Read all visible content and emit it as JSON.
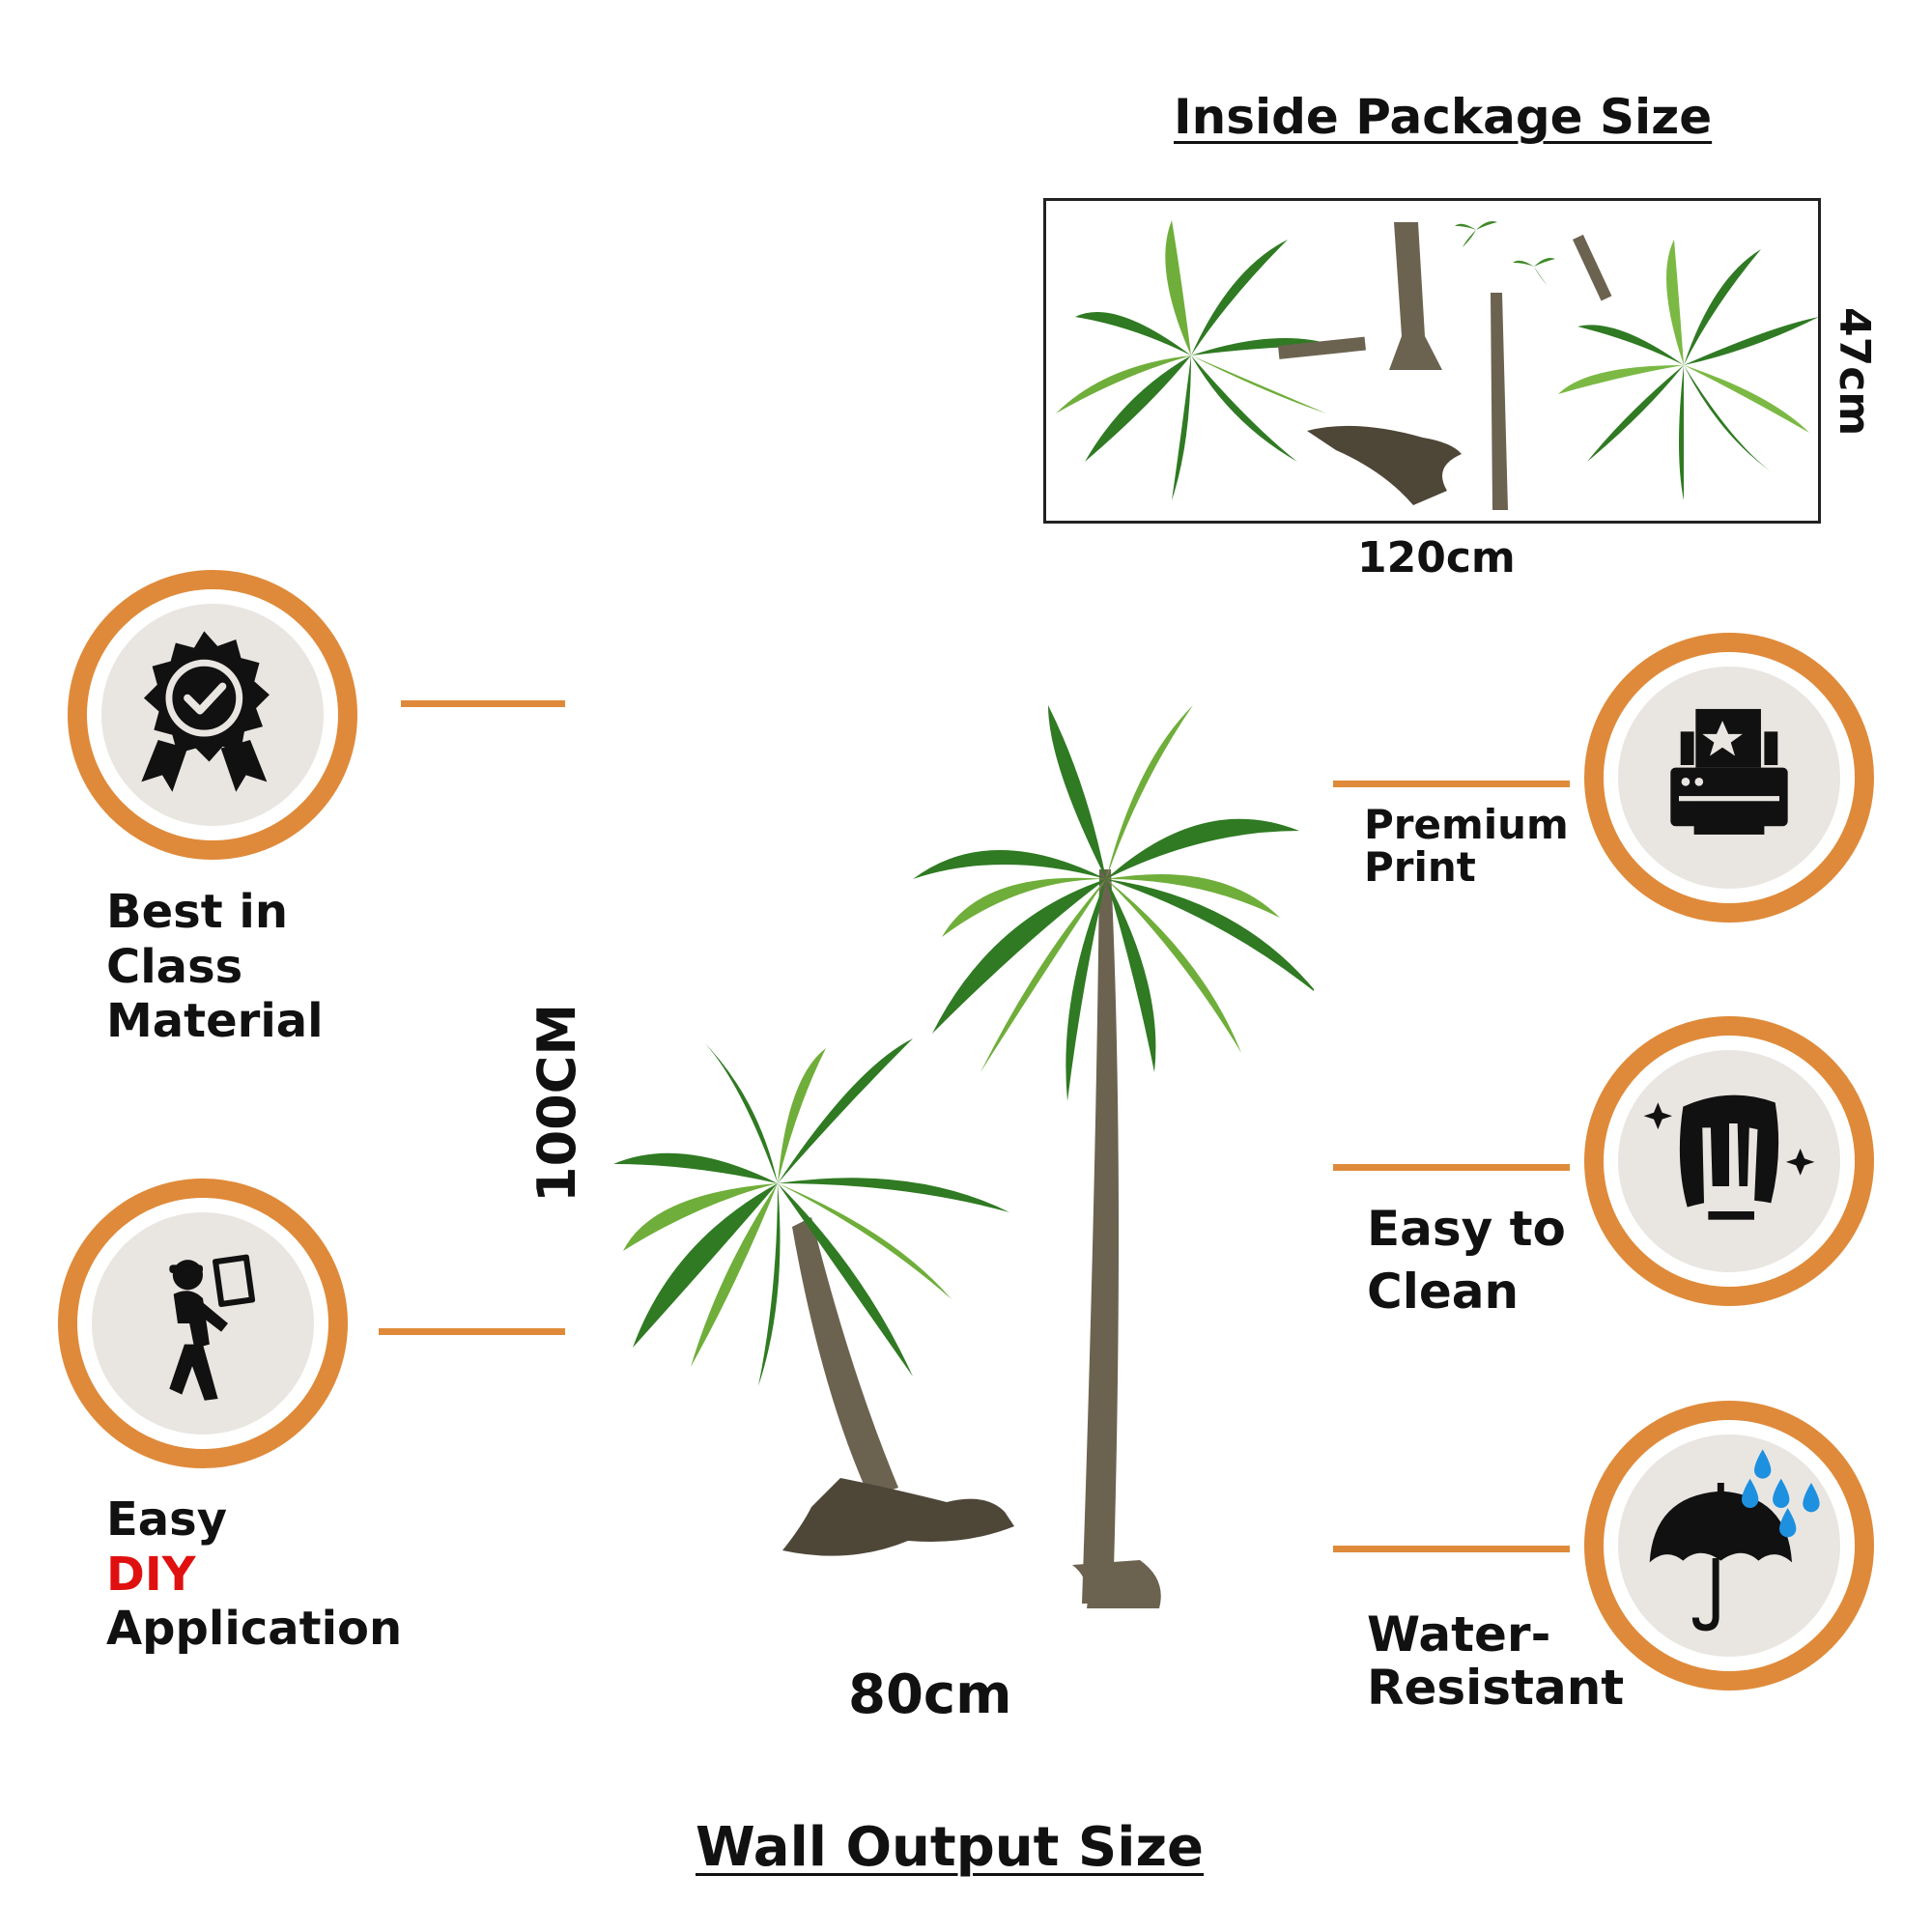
{
  "package": {
    "title": "Inside Package Size",
    "width_label": "120cm",
    "height_label": "47cm"
  },
  "wall": {
    "title": "Wall Output Size",
    "width_label": "80cm",
    "height_label": "100CM"
  },
  "features": {
    "best": {
      "line1": "Best in",
      "line2": "Class",
      "line3": "Material",
      "icon": "award-badge-icon"
    },
    "diy": {
      "line1": "Easy",
      "line2": "DIY",
      "line3": "Application",
      "icon": "person-carrying-icon"
    },
    "print": {
      "line1": "Premium",
      "line2": "Print",
      "icon": "printer-icon"
    },
    "clean": {
      "line1": "Easy to",
      "line2": "Clean",
      "icon": "hand-cloth-icon"
    },
    "water": {
      "line1": "Water-",
      "line2": "Resistant",
      "icon": "umbrella-rain-icon"
    }
  },
  "colors": {
    "accent": "#df8a3a",
    "highlight": "#e01010",
    "leaf": "#3f8a2a",
    "trunk": "#6b6350",
    "drop": "#1e90e0"
  }
}
